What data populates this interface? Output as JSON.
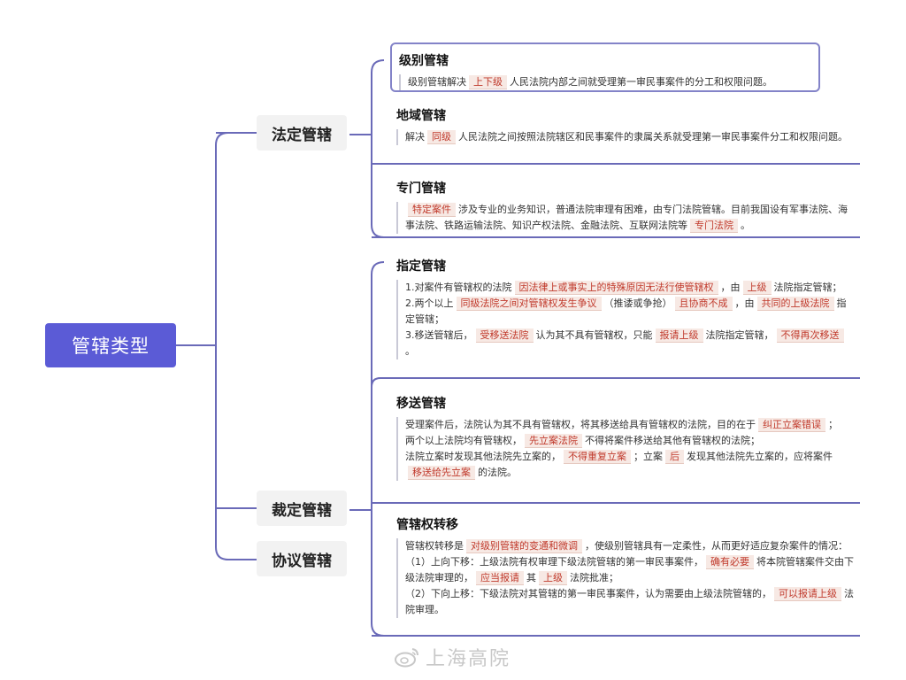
{
  "root": {
    "label": "管辖类型"
  },
  "branches": {
    "legal": "法定管辖",
    "ruling": "裁定管辖",
    "agreement": "协议管辖"
  },
  "cards": {
    "level": {
      "title": "级别管辖",
      "p1": {
        "pre": "级别管辖解决",
        "hl": "上下级",
        "post": "人民法院内部之间就受理第一审民事案件的分工和权限问题。"
      }
    },
    "region": {
      "title": "地域管辖",
      "p1": {
        "pre": "解决",
        "hl": "同级",
        "post": "人民法院之间按照法院辖区和民事案件的隶属关系就受理第一审民事案件分工和权限问题。"
      }
    },
    "special": {
      "title": "专门管辖",
      "p1": {
        "hl1": "特定案件",
        "mid": "涉及专业的业务知识，普通法院审理有困难，由专门法院管辖。目前我国设有军事法院、海事法院、铁路运输法院、知识产权法院、金融法院、互联网法院等",
        "hl2": "专门法院",
        "end": "。"
      }
    },
    "designated": {
      "title": "指定管辖",
      "l1": {
        "pre": "1.对案件有管辖权的法院",
        "hl1": "因法律上或事实上的特殊原因无法行使管辖权",
        "mid": "，由",
        "hl2": "上级",
        "post": "法院指定管辖；"
      },
      "l2": {
        "pre": "2.两个以上",
        "hl1": "同级法院之间对管辖权发生争议",
        "mid": "（推诿或争抢）",
        "hl2": "且协商不成",
        "mid2": "，由",
        "hl3": "共同的上级法院",
        "post": "指定管辖；"
      },
      "l3": {
        "pre": "3.移送管辖后，",
        "hl1": "受移送法院",
        "mid": "认为其不具有管辖权，只能",
        "hl2": "报请上级",
        "mid2": "法院指定管辖，",
        "hl3": "不得再次移送",
        "post": "。"
      }
    },
    "transfer": {
      "title": "移送管辖",
      "l1": {
        "pre": "受理案件后，法院认为其不具有管辖权，将其移送给具有管辖权的法院，目的在于",
        "hl": "纠正立案错误",
        "post": "；"
      },
      "l2": {
        "pre": "两个以上法院均有管辖权，",
        "hl": "先立案法院",
        "post": "不得将案件移送给其他有管辖权的法院；"
      },
      "l3": {
        "pre": "法院立案时发现其他法院先立案的，",
        "hl1": "不得重复立案",
        "mid": "；立案",
        "hl2": "后",
        "mid2": "发现其他法院先立案的，应将案件",
        "hl3": "移送给先立案",
        "post": "的法院。"
      }
    },
    "shift": {
      "title": "管辖权转移",
      "l1": {
        "pre": "管辖权转移是",
        "hl": "对级别管辖的变通和微调",
        "post": "，使级别管辖具有一定柔性，从而更好适应复杂案件的情况："
      },
      "l2": {
        "pre": "（1）上向下移：上级法院有权审理下级法院管辖的第一审民事案件，",
        "hl1": "确有必要",
        "mid": "将本院管辖案件交由下级法院审理的，",
        "hl2": "应当报请",
        "mid2": "其",
        "hl3": "上级",
        "post": "法院批准；"
      },
      "l3": {
        "pre": "（2）下向上移：下级法院对其管辖的第一审民事案件，认为需要由上级法院管辖的，",
        "hl": "可以报请上级",
        "post": "法院审理。"
      }
    }
  },
  "watermark": {
    "text": "上海高院",
    "icon": "weibo-icon"
  },
  "colors": {
    "accent": "#5b5bd6",
    "connector": "#6a6ab8",
    "highlight_text": "#c0392b",
    "highlight_bg": "#f7e9e4"
  }
}
